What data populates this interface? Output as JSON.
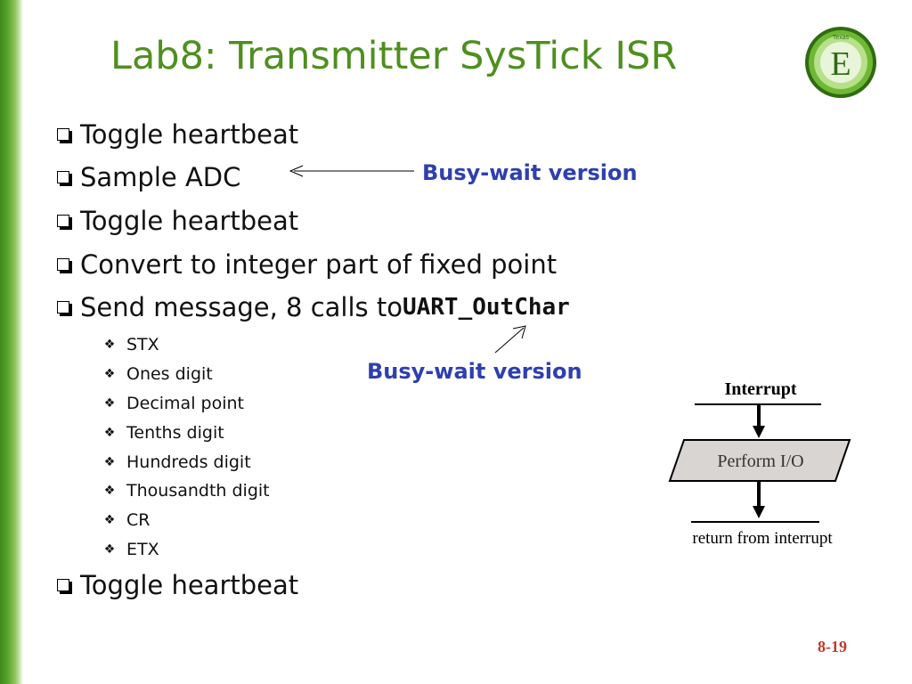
{
  "slide": {
    "title": "Lab8: Transmitter SysTick ISR",
    "page_number": "8-19",
    "accent_color": "#4e8f1e",
    "callout_color": "#2e3fb0"
  },
  "bullets": [
    {
      "text": "Toggle heartbeat"
    },
    {
      "text": "Sample ADC"
    },
    {
      "text": "Toggle heartbeat"
    },
    {
      "text": "Convert to integer part of fixed point"
    },
    {
      "text": "Send message, 8 calls to ",
      "code": "UART_OutChar"
    }
  ],
  "sub_bullets": [
    "STX",
    "Ones digit",
    "Decimal point",
    "Tenths digit",
    "Hundreds digit",
    "Thousandth digit",
    "CR",
    "ETX"
  ],
  "last_bullet": "Toggle heartbeat",
  "callouts": {
    "adc": "Busy-wait version",
    "uart": "Busy-wait version"
  },
  "flowchart": {
    "start_label": "Interrupt",
    "process_label": "Perform I/O",
    "end_label": "return from interrupt"
  },
  "logo": {
    "letter": "E",
    "ring_text": "Texas"
  }
}
